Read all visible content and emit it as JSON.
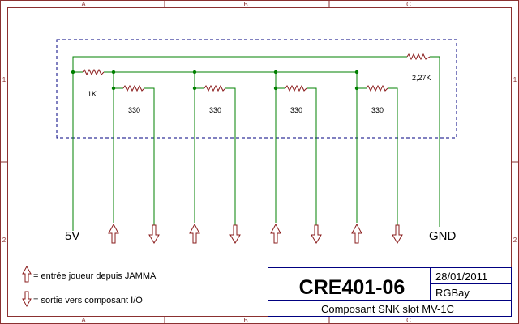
{
  "frame": {
    "columns": [
      "A",
      "B",
      "C"
    ],
    "rows": [
      "1",
      "2"
    ]
  },
  "resistors": {
    "r1": "1K",
    "r2": "330",
    "r3": "330",
    "r4": "330",
    "r5": "330",
    "r6": "2,27K"
  },
  "pins": {
    "vcc": "5V",
    "gnd": "GND"
  },
  "legend": {
    "input": "= entrée joueur depuis JAMMA",
    "output": "= sortie vers composant I/O"
  },
  "title_block": {
    "code": "CRE401-06",
    "date": "28/01/2011",
    "author": "RGBay",
    "description": "Composant SNK slot MV-1C"
  },
  "colors": {
    "wire": "#008000",
    "component": "#8a1c1c",
    "frame": "#8a3030",
    "dashed_box": "#000080"
  }
}
